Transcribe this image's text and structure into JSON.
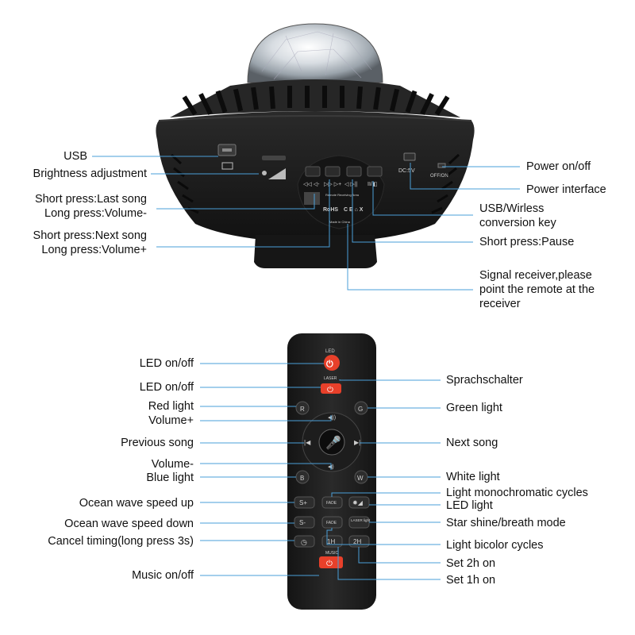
{
  "projector": {
    "callouts_left": {
      "usb": "USB",
      "brightness": "Brightness adjustment",
      "last_song_1": "Short press:Last song",
      "last_song_2": "Long press:Volume-",
      "next_song_1": "Short press:Next song",
      "next_song_2": "Long press:Volume+"
    },
    "callouts_right": {
      "power_onoff": "Power on/off",
      "power_interface": "Power interface",
      "usb_wireless_1": "USB/Wirless",
      "usb_wireless_2": "conversion key",
      "pause": "Short press:Pause",
      "signal_1": "Signal receiver,please",
      "signal_2": "point the remote at the",
      "signal_3": "receiver"
    },
    "printed": {
      "dc": "DC:5V",
      "offon": "OFF/ON",
      "remote_area": "Remote Receiving Area",
      "rohs": "RoHS",
      "made_in": "Made in China"
    }
  },
  "remote": {
    "callouts_left": {
      "led_onoff_1": "LED on/off",
      "led_onoff_2": "LED on/off",
      "red_light": "Red light",
      "volume_plus": "Volume+",
      "previous_song": "Previous song",
      "volume_minus": "Volume-",
      "blue_light": "Blue light",
      "ocean_up": "Ocean wave speed up",
      "ocean_down": "Ocean wave speed down",
      "cancel_timing": "Cancel timing(long press 3s)",
      "music_onoff": "Music on/off"
    },
    "callouts_right": {
      "sprach": "Sprachschalter",
      "green_light": "Green light",
      "next_song": "Next song",
      "white_light": "White light",
      "mono_cycles": "Light monochromatic cycles",
      "led_light": "LED light",
      "star_shine": "Star shine/breath mode",
      "bicolor": "Light bicolor cycles",
      "set_2h": "Set 2h on",
      "set_1h": "Set 1h on"
    },
    "buttons": {
      "led_label": "LED",
      "laser_label": "LASER",
      "music_label": "MUSIC",
      "r": "R",
      "g": "G",
      "b": "B",
      "w": "W",
      "s_plus": "S+",
      "s_minus": "S-",
      "fade_1": "FADE",
      "fade_2": "FADE",
      "laser_light": "LASER light",
      "h1": "1H",
      "h2": "2H"
    }
  },
  "colors": {
    "callout_line": "#4a9fd8",
    "device_body": "#1c1c1c",
    "power_red": "#e8402a"
  }
}
